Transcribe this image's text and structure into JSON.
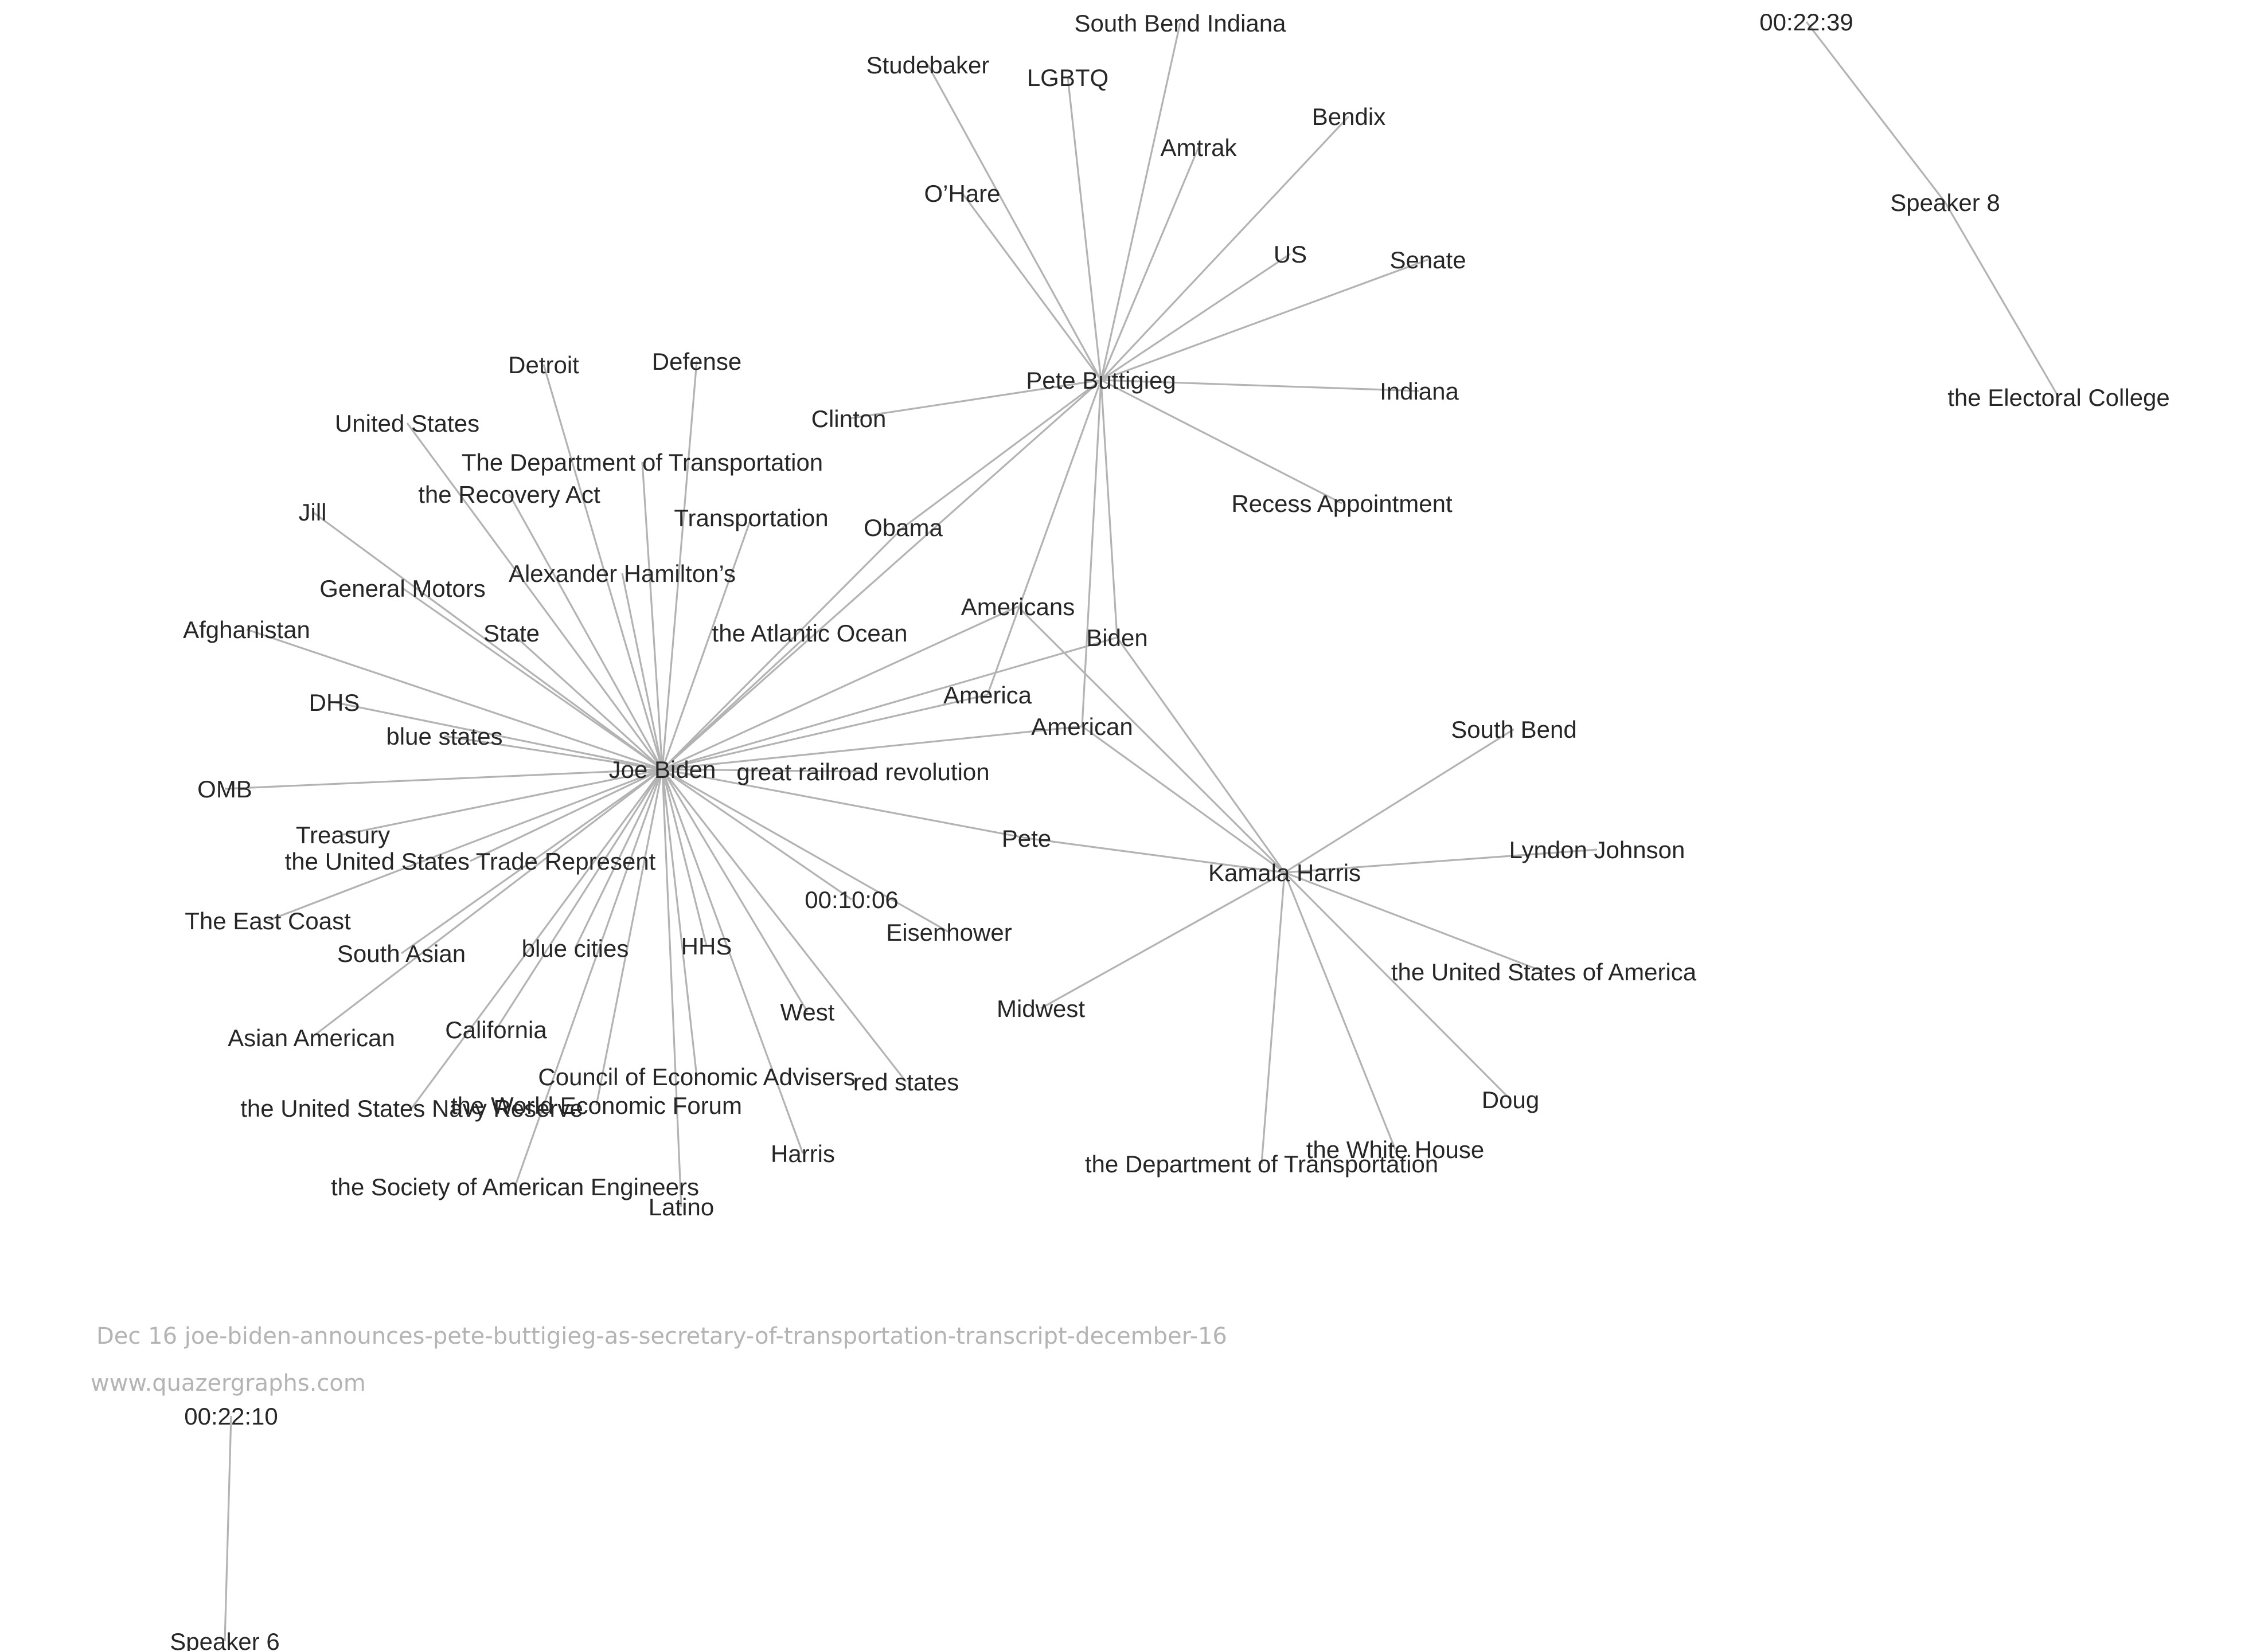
{
  "caption": {
    "title": "Dec 16 joe-biden-announces-pete-buttigieg-as-secretary-of-transportation-transcript-december-16",
    "site": "www.quazergraphs.com"
  },
  "colors": {
    "edge": "#b3b3b3",
    "label": "#262626",
    "caption": "#b4b4b4"
  },
  "graph": {
    "nodes": [
      {
        "id": "joe_biden",
        "label": "Joe Biden"
      },
      {
        "id": "pete_buttigieg",
        "label": "Pete Buttigieg"
      },
      {
        "id": "kamala_harris",
        "label": "Kamala Harris"
      },
      {
        "id": "south_bend_indiana",
        "label": "South Bend Indiana"
      },
      {
        "id": "studebaker",
        "label": "Studebaker"
      },
      {
        "id": "lgbtq",
        "label": "LGBTQ"
      },
      {
        "id": "bendix",
        "label": "Bendix"
      },
      {
        "id": "amtrak",
        "label": "Amtrak"
      },
      {
        "id": "ohare",
        "label": "O’Hare"
      },
      {
        "id": "us",
        "label": "US"
      },
      {
        "id": "senate",
        "label": "Senate"
      },
      {
        "id": "indiana",
        "label": "Indiana"
      },
      {
        "id": "recess_appointment",
        "label": "Recess Appointment"
      },
      {
        "id": "clinton",
        "label": "Clinton"
      },
      {
        "id": "obama",
        "label": "Obama"
      },
      {
        "id": "americans",
        "label": "Americans"
      },
      {
        "id": "biden",
        "label": "Biden"
      },
      {
        "id": "america",
        "label": "America"
      },
      {
        "id": "american",
        "label": "American"
      },
      {
        "id": "detroit",
        "label": "Detroit"
      },
      {
        "id": "defense",
        "label": "Defense"
      },
      {
        "id": "united_states",
        "label": "United States"
      },
      {
        "id": "dept_transportation_cap",
        "label": "The Department of Transportation"
      },
      {
        "id": "recovery_act",
        "label": "the Recovery Act"
      },
      {
        "id": "transportation",
        "label": "Transportation"
      },
      {
        "id": "jill",
        "label": "Jill"
      },
      {
        "id": "alexander_hamilton",
        "label": "Alexander Hamilton’s"
      },
      {
        "id": "general_motors",
        "label": "General Motors"
      },
      {
        "id": "afghanistan",
        "label": "Afghanistan"
      },
      {
        "id": "state",
        "label": "State"
      },
      {
        "id": "atlantic_ocean",
        "label": "the Atlantic Ocean"
      },
      {
        "id": "dhs",
        "label": "DHS"
      },
      {
        "id": "blue_states",
        "label": "blue states"
      },
      {
        "id": "omb",
        "label": "OMB"
      },
      {
        "id": "great_railroad",
        "label": "great railroad revolution"
      },
      {
        "id": "treasury",
        "label": "Treasury"
      },
      {
        "id": "trade_represent",
        "label": "the United States Trade Represent"
      },
      {
        "id": "east_coast",
        "label": "The East Coast"
      },
      {
        "id": "south_asian",
        "label": "South Asian"
      },
      {
        "id": "blue_cities",
        "label": "blue cities"
      },
      {
        "id": "hhs",
        "label": "HHS"
      },
      {
        "id": "t_001006",
        "label": "00:10:06"
      },
      {
        "id": "eisenhower",
        "label": "Eisenhower"
      },
      {
        "id": "pete",
        "label": "Pete"
      },
      {
        "id": "asian_american",
        "label": "Asian American"
      },
      {
        "id": "california",
        "label": "California"
      },
      {
        "id": "west",
        "label": "West"
      },
      {
        "id": "midwest",
        "label": "Midwest"
      },
      {
        "id": "navy_reserve",
        "label": "the United States Navy Reserve"
      },
      {
        "id": "council_econ",
        "label": "Council of Economic Advisers"
      },
      {
        "id": "world_econ",
        "label": "the World Economic Forum"
      },
      {
        "id": "red_states",
        "label": "red states"
      },
      {
        "id": "harris",
        "label": "Harris"
      },
      {
        "id": "society_engineers",
        "label": "the Society of American Engineers"
      },
      {
        "id": "latino",
        "label": "Latino"
      },
      {
        "id": "south_bend",
        "label": "South Bend"
      },
      {
        "id": "lyndon_johnson",
        "label": "Lyndon Johnson"
      },
      {
        "id": "usa",
        "label": "the United States of America"
      },
      {
        "id": "doug",
        "label": "Doug"
      },
      {
        "id": "white_house",
        "label": "the White House"
      },
      {
        "id": "dept_transportation_lc",
        "label": "the Department of Transportation"
      },
      {
        "id": "t_002239",
        "label": "00:22:39"
      },
      {
        "id": "speaker_8",
        "label": "Speaker 8"
      },
      {
        "id": "electoral_college",
        "label": "the Electoral College"
      },
      {
        "id": "t_002210",
        "label": "00:22:10"
      },
      {
        "id": "speaker_6",
        "label": "Speaker 6"
      }
    ],
    "edges": [
      [
        "pete_buttigieg",
        "south_bend_indiana"
      ],
      [
        "pete_buttigieg",
        "studebaker"
      ],
      [
        "pete_buttigieg",
        "lgbtq"
      ],
      [
        "pete_buttigieg",
        "bendix"
      ],
      [
        "pete_buttigieg",
        "amtrak"
      ],
      [
        "pete_buttigieg",
        "ohare"
      ],
      [
        "pete_buttigieg",
        "us"
      ],
      [
        "pete_buttigieg",
        "senate"
      ],
      [
        "pete_buttigieg",
        "indiana"
      ],
      [
        "pete_buttigieg",
        "recess_appointment"
      ],
      [
        "pete_buttigieg",
        "clinton"
      ],
      [
        "pete_buttigieg",
        "biden"
      ],
      [
        "pete_buttigieg",
        "america"
      ],
      [
        "pete_buttigieg",
        "american"
      ],
      [
        "pete_buttigieg",
        "obama"
      ],
      [
        "pete_buttigieg",
        "joe_biden"
      ],
      [
        "joe_biden",
        "detroit"
      ],
      [
        "joe_biden",
        "defense"
      ],
      [
        "joe_biden",
        "united_states"
      ],
      [
        "joe_biden",
        "dept_transportation_cap"
      ],
      [
        "joe_biden",
        "recovery_act"
      ],
      [
        "joe_biden",
        "transportation"
      ],
      [
        "joe_biden",
        "jill"
      ],
      [
        "joe_biden",
        "alexander_hamilton"
      ],
      [
        "joe_biden",
        "general_motors"
      ],
      [
        "joe_biden",
        "afghanistan"
      ],
      [
        "joe_biden",
        "state"
      ],
      [
        "joe_biden",
        "atlantic_ocean"
      ],
      [
        "joe_biden",
        "obama"
      ],
      [
        "joe_biden",
        "americans"
      ],
      [
        "joe_biden",
        "biden"
      ],
      [
        "joe_biden",
        "america"
      ],
      [
        "joe_biden",
        "american"
      ],
      [
        "joe_biden",
        "dhs"
      ],
      [
        "joe_biden",
        "blue_states"
      ],
      [
        "joe_biden",
        "omb"
      ],
      [
        "joe_biden",
        "great_railroad"
      ],
      [
        "joe_biden",
        "treasury"
      ],
      [
        "joe_biden",
        "trade_represent"
      ],
      [
        "joe_biden",
        "east_coast"
      ],
      [
        "joe_biden",
        "south_asian"
      ],
      [
        "joe_biden",
        "asian_american"
      ],
      [
        "joe_biden",
        "blue_cities"
      ],
      [
        "joe_biden",
        "hhs"
      ],
      [
        "joe_biden",
        "t_001006"
      ],
      [
        "joe_biden",
        "eisenhower"
      ],
      [
        "joe_biden",
        "pete"
      ],
      [
        "joe_biden",
        "california"
      ],
      [
        "joe_biden",
        "west"
      ],
      [
        "joe_biden",
        "navy_reserve"
      ],
      [
        "joe_biden",
        "council_econ"
      ],
      [
        "joe_biden",
        "world_econ"
      ],
      [
        "joe_biden",
        "red_states"
      ],
      [
        "joe_biden",
        "harris"
      ],
      [
        "joe_biden",
        "society_engineers"
      ],
      [
        "joe_biden",
        "latino"
      ],
      [
        "kamala_harris",
        "pete"
      ],
      [
        "kamala_harris",
        "americans"
      ],
      [
        "kamala_harris",
        "biden"
      ],
      [
        "kamala_harris",
        "american"
      ],
      [
        "kamala_harris",
        "midwest"
      ],
      [
        "kamala_harris",
        "south_bend"
      ],
      [
        "kamala_harris",
        "lyndon_johnson"
      ],
      [
        "kamala_harris",
        "usa"
      ],
      [
        "kamala_harris",
        "doug"
      ],
      [
        "kamala_harris",
        "white_house"
      ],
      [
        "kamala_harris",
        "dept_transportation_lc"
      ],
      [
        "t_002239",
        "speaker_8"
      ],
      [
        "speaker_8",
        "electoral_college"
      ],
      [
        "t_002210",
        "speaker_6"
      ]
    ]
  }
}
